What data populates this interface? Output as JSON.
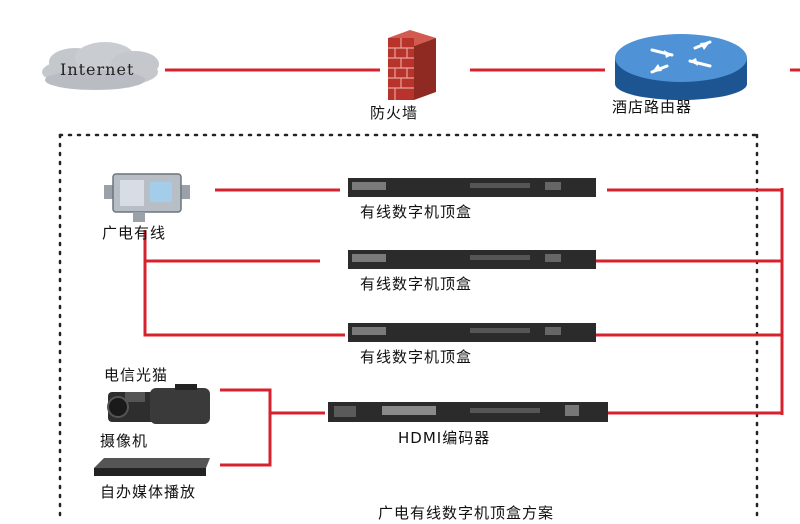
{
  "top_row": {
    "internet_label": "Internet",
    "firewall_label": "防火墙",
    "router_label": "酒店路由器"
  },
  "sources": {
    "cable_label": "广电有线",
    "telecom_modem_label": "电信光猫",
    "camera_label": "摄像机",
    "media_player_label": "自办媒体播放"
  },
  "devices": [
    {
      "label": "有线数字机顶盒"
    },
    {
      "label": "有线数字机顶盒"
    },
    {
      "label": "有线数字机顶盒"
    },
    {
      "label": "HDMI编码器"
    }
  ],
  "caption": "广电有线数字机顶盒方案",
  "colors": {
    "line": "#d5222d",
    "device_body": "#2b2b2b",
    "router_blue": "#2a6fb8",
    "brick": "#b8332b",
    "cloud": "#c4c7cc"
  }
}
